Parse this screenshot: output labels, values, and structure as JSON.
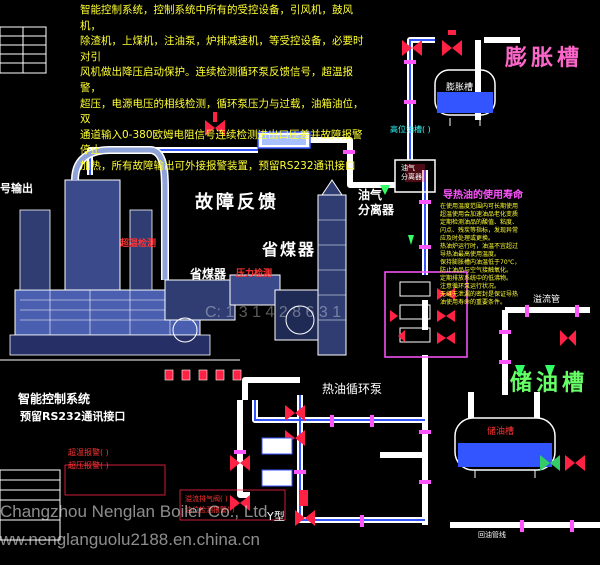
{
  "header_paragraph": {
    "lines": [
      "智能控制系统，控制系统中所有的受控设备，引风机，鼓风机，",
      "除渣机，上煤机，注油泵，炉排减速机，等受控设备，必要时对引",
      "风机做出降压启动保护。连续检测循环泵反馈信号，超温报警，",
      "超压，电源电压的相线检测，循环泵压力与过载，油箱油位，双",
      "通道输入0-380欧姆电阻信号连续检测进出口压差并故障报警停止",
      "加热，所有故障输出可外接报警装置，预留RS232通讯接口"
    ]
  },
  "labels": {
    "expansion_tank_title": "膨胀槽",
    "expansion_tank_inner": "膨胀槽",
    "storage_tank_title": "储油槽",
    "storage_tank_inner": "储油槽",
    "fault_feedback": "故障反馈",
    "economizer_big": "省煤器",
    "economizer_small": "省煤器",
    "oil_gas_separator": "油气\n分离器",
    "separator_box": "油气\n分离器",
    "thermal_oil_life": "导热油的使用寿命",
    "circulation_pump": "热油循环泵",
    "smart_control_line1": "智能控制系统",
    "smart_control_line2": "预留RS232通讯接口",
    "signal_output": "号输出",
    "overflow_pipe": "溢流管",
    "temp_detect": "超温检测",
    "pressure_detect": "压力检测",
    "alarm_1": "超温报警(   )",
    "alarm_2": "超压报警(   )",
    "note_left_1": "溢流排气阀(   )",
    "note_left_2": "油位检测报警(   )",
    "y_label": "Y型",
    "pump_label": "泵",
    "bottom_pipe": "回油管线",
    "pipe_note_top": "高位油槽(   )"
  },
  "life_notes": [
    "在使用温度范围内可长期使用",
    "超温使用会加速油品老化变质",
    "定期检测油品的酸值、粘度、",
    "闪点、残炭等指标，发现异常",
    "应及时处理或更换。",
    "热油炉运行时，油温不宜超过",
    "导热油最高使用温度。",
    "保持膨胀槽内油温低于70℃，",
    "防止油品与空气接触氧化。",
    "定期排放系统中的低沸物。",
    "注意循环泵运行状况。",
    "无缝无泄漏的密封是保证导热",
    "油使用寿命的重要条件。"
  ],
  "watermark": {
    "line1": "Changzhou Nenglan Boiler Co., Ltd",
    "line2": "ww.nenglanguolu2188.en.china.cn",
    "line3": "C: 1 3 1 4 2 8 6 3 1"
  },
  "colors": {
    "pipe_main": "#ffffff",
    "pipe_alt": "#ff55ff",
    "valve": "#ff2244",
    "text": "#ffff33",
    "blue_pipe": "#3355ff"
  }
}
